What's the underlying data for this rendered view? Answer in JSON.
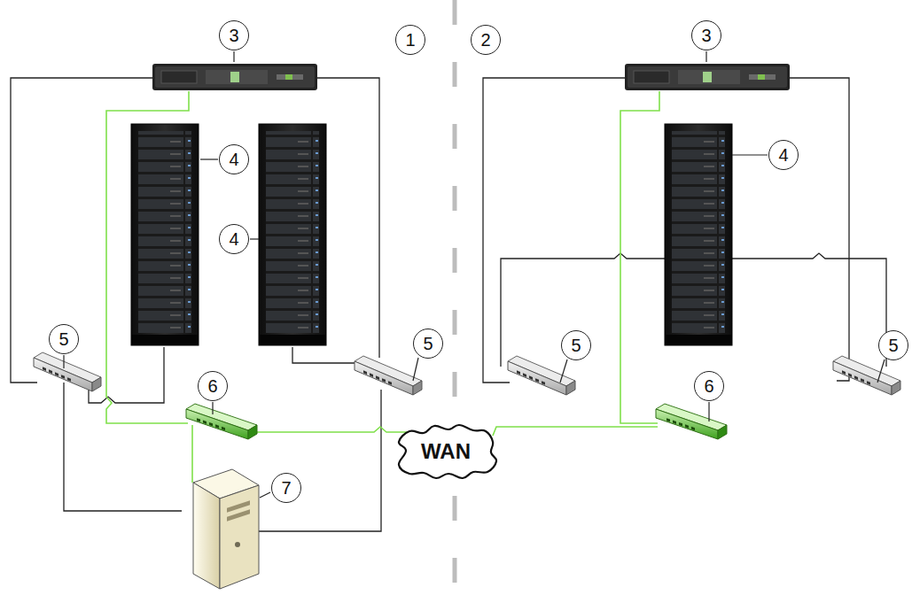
{
  "diagram": {
    "nodes": [
      {
        "text": [
          "WAN"
        ]
      }
    ],
    "labels": [
      "3",
      "1",
      "2",
      "3",
      "4",
      "4",
      "4",
      "5",
      "5",
      "5",
      "5",
      "6",
      "6",
      "7"
    ]
  }
}
